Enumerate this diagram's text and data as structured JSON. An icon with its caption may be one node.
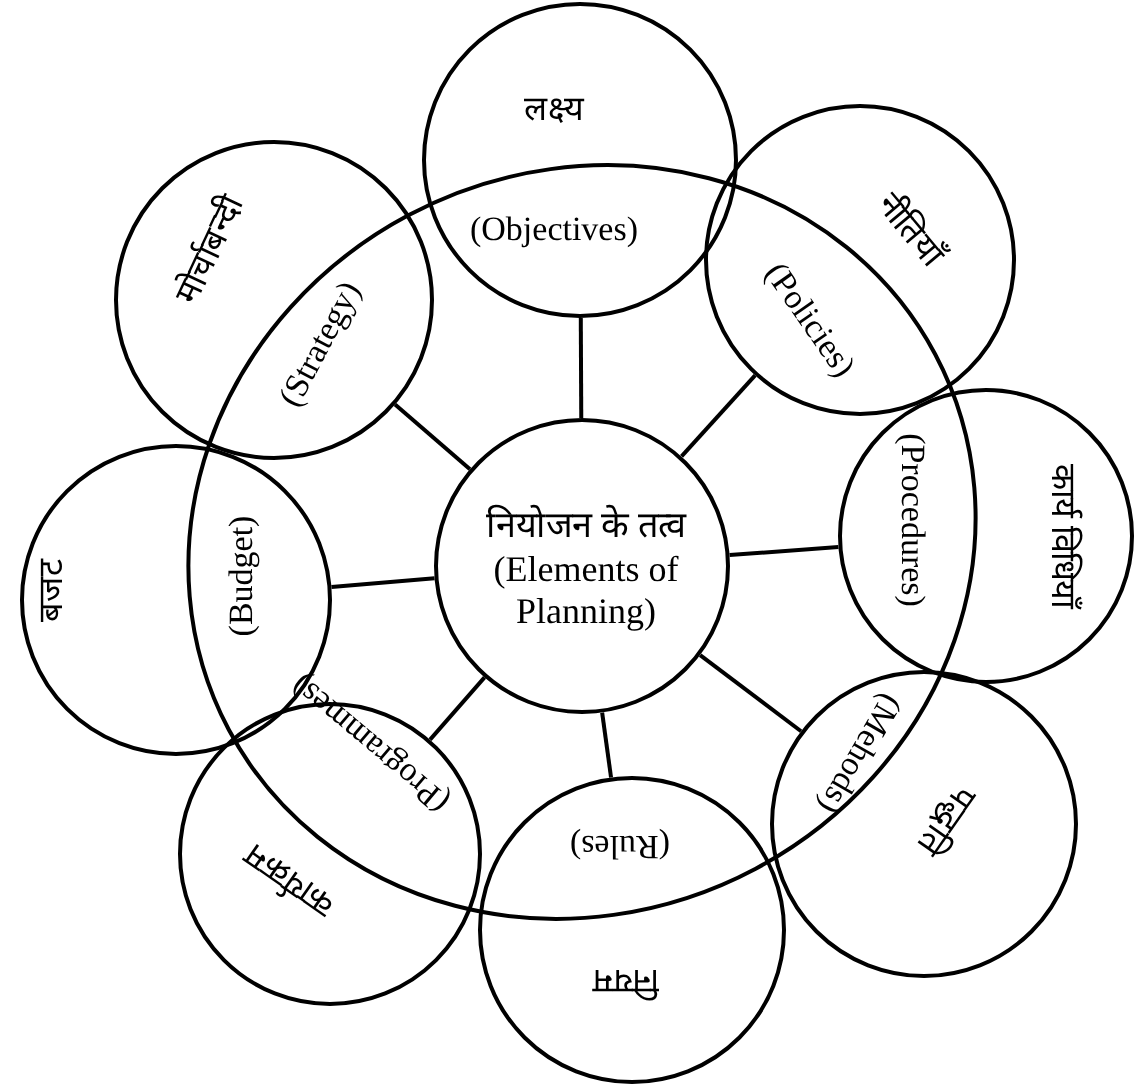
{
  "diagram": {
    "nodes": [
      {
        "text": [
          "नियोजन के तत्व",
          "(Elements of Planning)"
        ]
      },
      {
        "text": [
          "लक्ष्य",
          "(Objectives)"
        ]
      },
      {
        "text": [
          "नीतियाँ",
          "(Policies)"
        ]
      },
      {
        "text": [
          "कार्य विधियाँ",
          "(Procedures)"
        ]
      },
      {
        "text": [
          "पद्धति",
          "(Mehods)"
        ]
      },
      {
        "text": [
          "नियम",
          "(Rules)"
        ]
      },
      {
        "text": [
          "कार्यक्रम",
          "(Programmes)"
        ]
      },
      {
        "text": [
          "बजट",
          "(Budget)"
        ]
      },
      {
        "text": [
          "मोर्चाबन्दी",
          "(Strategy)"
        ]
      }
    ],
    "edges": [
      {
        "from": 0,
        "to": 1,
        "arrow": "none"
      },
      {
        "from": 0,
        "to": 2,
        "arrow": "none"
      },
      {
        "from": 0,
        "to": 3,
        "arrow": "none"
      },
      {
        "from": 0,
        "to": 4,
        "arrow": "none"
      },
      {
        "from": 0,
        "to": 5,
        "arrow": "none"
      },
      {
        "from": 0,
        "to": 6,
        "arrow": "none"
      },
      {
        "from": 0,
        "to": 7,
        "arrow": "none"
      },
      {
        "from": 0,
        "to": 8,
        "arrow": "none"
      }
    ]
  }
}
